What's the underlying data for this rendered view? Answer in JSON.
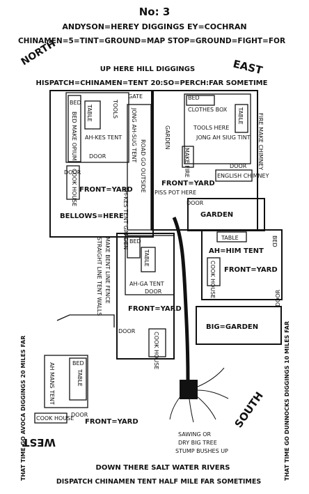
{
  "header": {
    "number": "No: 3",
    "line1": "ANDYSON=HEREY DIGGINGS EY=COCHRAN",
    "line2": "CHINAMEN=5=TINT=GROUND=MAP  STOP=GROUND=FIGHT=FOR",
    "line3": "UP HERE HILL DIGGINGS",
    "line4": "HISPATCH=CHINAMEN=TENT 20:SO=PERCH:FAR SOMETIME"
  },
  "directions": {
    "north": "NORTH",
    "east": "EAST",
    "west": "WEST",
    "south": "SOUTH"
  },
  "labels": {
    "gate": "GATE",
    "bed": "BED",
    "tools": "TOOLS",
    "table": "TABLE",
    "ah_kes_tent": "AH-KES TENT",
    "bed_make_opium": "BED MAKE OPIUM",
    "door": "DOOR",
    "cook_house": "COOK HOUSE",
    "front_yard": "FRONT=YARD",
    "bellows": "BELLOWS=HERE",
    "jong_ah_sug_tent": "JONG AH-SUG TENT",
    "road_go_outside": "ROAD GO OUTSIDE",
    "ah_kes_tent_garden": "AH-KES TENT GARDEN",
    "clothes_box": "CLOTHES BOX",
    "garden": "GARDEN",
    "tools_here": "TOOLS HERE",
    "jong_ah_siug_tint": "JONG AH SIUG TINT",
    "make_fire": "MAKE FIRE",
    "english_chimney": "ENGLISH CHIMNEY",
    "piss_pot_here": "PISS POT HERE",
    "fire_make_chimney": "FIRE MAKE CHIMNEY",
    "make_bent_line": "MAKE BENT LINE FENCE",
    "straight_line": "STRAIGHT LINE TENT WALLS",
    "ah_ga_tent": "AH-GA TENT",
    "cook_house2": "COOK HOUSE",
    "ah_him_tent": "AH=HIM TENT",
    "big_garden": "BIG=GARDEN",
    "ah_mans_tent": "AH MANS TENT",
    "sawing": "SAWING OR",
    "dry_big_tree": "DRY BIG TREE",
    "stump": "STUMP BUSHES UP"
  },
  "footer": {
    "line1": "DOWN THERE SALT WATER RIVERS",
    "line2": "DISPATCH CHINAMEN TENT HALF MILE FAR SOMETIMES"
  },
  "sides": {
    "left": "THAT TIME GO AVOCA DIGGINGS 20 MILES FAR",
    "right": "THAT TIME GO DUNNOCKS DIGGINGS 10 MILES FAR"
  }
}
